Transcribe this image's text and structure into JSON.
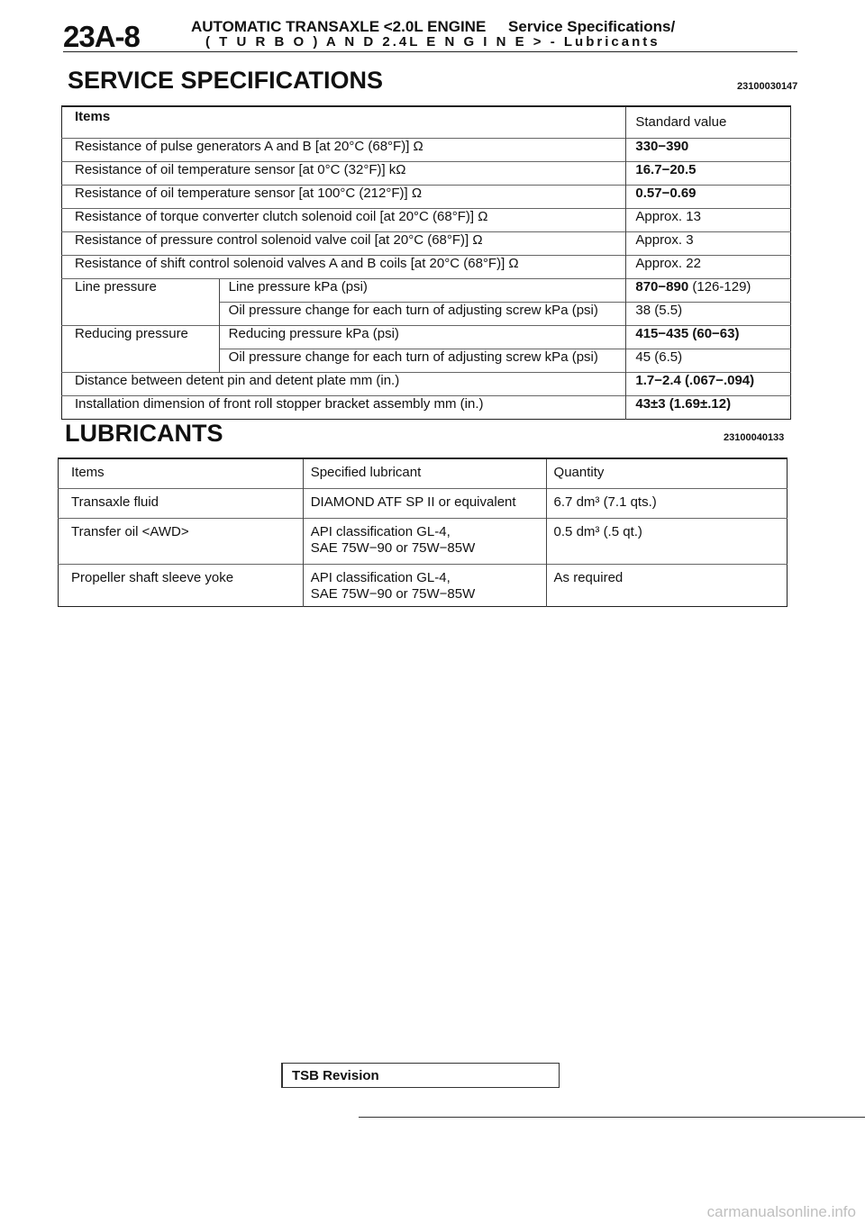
{
  "header": {
    "page_number": "23A-8",
    "line1": "AUTOMATIC TRANSAXLE <2.0L ENGINE",
    "line1_right": "Service Specifications/",
    "line2": "( T U R B O ) A N D 2.4L E N G I N E > - Lubricants"
  },
  "service_specs": {
    "title": "SERVICE SPECIFICATIONS",
    "code": "23100030147",
    "col_items": "Items",
    "col_value": "Standard value",
    "rows": [
      {
        "item": "Resistance of pulse generators A and B [at 20°C (68°F)] Ω",
        "value": "330−390"
      },
      {
        "item": "Resistance of oil temperature sensor [at 0°C (32°F)] kΩ",
        "value": "16.7−20.5"
      },
      {
        "item": "Resistance of oil temperature sensor [at 100°C (212°F)] Ω",
        "value": "0.57−0.69"
      },
      {
        "item": "Resistance of torque converter clutch solenoid coil [at 20°C (68°F)] Ω",
        "value": "Approx. 13"
      },
      {
        "item": "Resistance of pressure control solenoid valve coil [at 20°C (68°F)] Ω",
        "value": "Approx. 3"
      },
      {
        "item": "Resistance of shift control solenoid valves A and B coils [at 20°C (68°F)] Ω",
        "value": "Approx. 22"
      }
    ],
    "line_pressure": {
      "group": "Line pressure",
      "sub1": "Line pressure kPa (psi)",
      "val1": "870−890",
      "val1_paren": "(126-129)",
      "sub2": "Oil pressure change for each turn of adjusting screw kPa (psi)",
      "val2": "38 (5.5)"
    },
    "reducing_pressure": {
      "group": "Reducing pressure",
      "sub1": "Reducing pressure kPa (psi)",
      "val1": "415−435 (60−63)",
      "sub2": "Oil pressure change for each turn of adjusting screw kPa (psi)",
      "val2": "45 (6.5)"
    },
    "tail_rows": [
      {
        "item": "Distance between detent pin and detent plate mm (in.)",
        "value": "1.7−2.4 (.067−.094)"
      },
      {
        "item": "Installation dimension of front roll stopper bracket assembly mm (in.)",
        "value": "43±3 (1.69±.12)"
      }
    ]
  },
  "lubricants": {
    "title": "LUBRICANTS",
    "code": "23100040133",
    "col_items": "Items",
    "col_lubricant": "Specified lubricant",
    "col_quantity": "Quantity",
    "rows": [
      {
        "item": "Transaxle fluid",
        "lub1": "DIAMOND ATF SP II or equivalent",
        "lub2": "",
        "qty": "6.7 dm³ (7.1 qts.)"
      },
      {
        "item": "Transfer oil <AWD>",
        "lub1": "API classification GL-4,",
        "lub2": "SAE 75W−90 or 75W−85W",
        "qty": "0.5 dm³ (.5 qt.)"
      },
      {
        "item": "Propeller shaft sleeve yoke",
        "lub1": "API classification GL-4,",
        "lub2": "SAE 75W−90 or 75W−85W",
        "qty": "As required"
      }
    ]
  },
  "footer": {
    "tsb": "TSB Revision",
    "watermark": "carmanualsonline.info"
  }
}
